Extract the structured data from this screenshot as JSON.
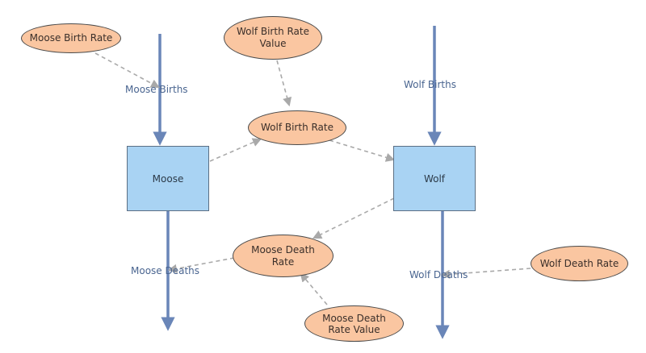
{
  "colors": {
    "flow": "#6a86b8",
    "link": "#a9a9a9",
    "stock_fill": "#a9d3f3",
    "converter_fill": "#fac6a1",
    "label_text": "#4a6590"
  },
  "stocks": {
    "moose": "Moose",
    "wolf": "Wolf"
  },
  "flows": {
    "moose_births": "Moose Births",
    "moose_deaths": "Moose Deaths",
    "wolf_births": "Wolf Births",
    "wolf_deaths": "Wolf Deaths"
  },
  "converters": {
    "moose_birth_rate": "Moose Birth Rate",
    "wolf_birth_rate_value": "Wolf Birth Rate Value",
    "wolf_birth_rate": "Wolf Birth Rate",
    "moose_death_rate": "Moose Death Rate",
    "moose_death_rate_value": "Moose Death Rate Value",
    "wolf_death_rate": "Wolf Death Rate"
  }
}
